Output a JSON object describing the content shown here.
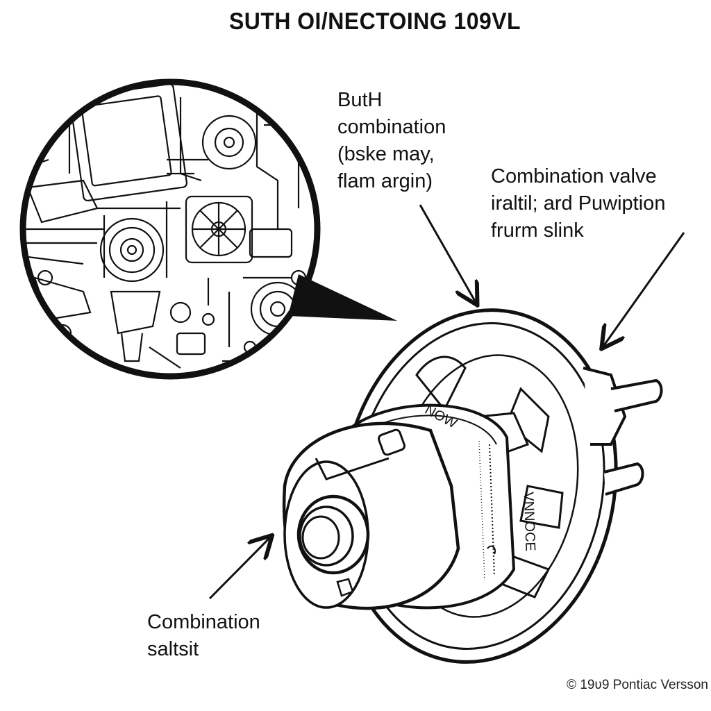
{
  "title": "SUTH OI/NECTOING 109VL",
  "callouts": {
    "top": {
      "lines": [
        "ButH",
        "combination",
        "(bske may,",
        "flam argin)"
      ]
    },
    "right": {
      "lines": [
        "Combination valve",
        "iraltil; ard Puwiption",
        "frurm slink"
      ]
    },
    "bottom": {
      "lines": [
        "Combination",
        "saltsit"
      ]
    }
  },
  "part_markings": {
    "band_top": "NOW",
    "band_side": "VNNOCE"
  },
  "copyright": "© 19ʋ9 Pontiac Versson",
  "colors": {
    "ink": "#111111",
    "paper": "#ffffff"
  }
}
